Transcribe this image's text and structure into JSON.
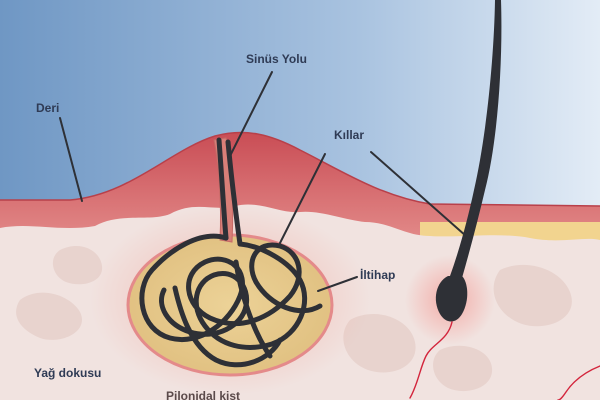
{
  "labels": {
    "skin": "Deri",
    "sinus_tract": "Sinüs Yolu",
    "hairs": "Kıllar",
    "inflammation": "İltihap",
    "fat_tissue": "Yağ dokusu",
    "pilonidal_cyst": "Pilonidal kist"
  },
  "colors": {
    "sky_left": "#6f97c4",
    "sky_right": "#dfe9f4",
    "skin_top": "#c94d55",
    "skin_bottom": "#e98f8e",
    "yellow_layer": "#f2d48f",
    "fat": "#f1e3e0",
    "fat_shadow": "#e9d4cf",
    "cyst_fill": "#e7c98a",
    "cyst_border": "#e48a8a",
    "hair": "#2e3036",
    "leader_line": "#2e3036",
    "vessel": "#d3253c",
    "label_text": "#2f3b55"
  }
}
